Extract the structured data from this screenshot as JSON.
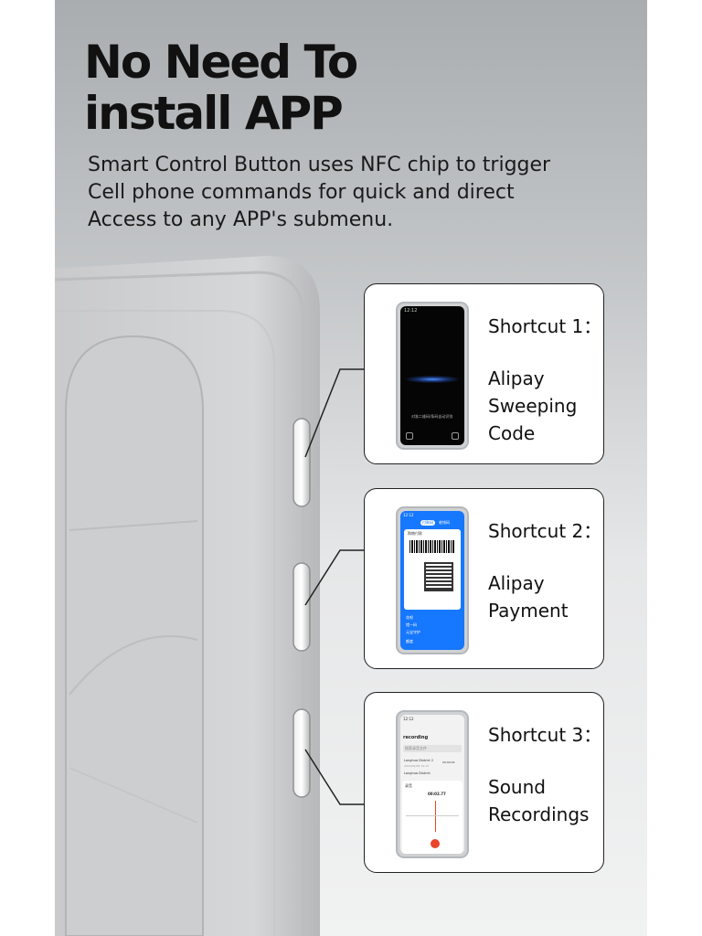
{
  "headline": {
    "line1": "No Need To",
    "line2": "install APP"
  },
  "description": {
    "line1": "Smart Control Button uses NFC chip to trigger",
    "line2": "Cell phone commands for quick and direct",
    "line3": "Access to any APP's submenu."
  },
  "shortcuts": [
    {
      "title": "Shortcut 1：",
      "desc": [
        "Alipay",
        "Sweeping",
        "Code"
      ],
      "screen": "scanner-screen"
    },
    {
      "title": "Shortcut 2：",
      "desc": [
        "Alipay",
        "Payment"
      ],
      "screen": "payment-code-screen"
    },
    {
      "title": "Shortcut 3：",
      "desc": [
        "Sound",
        "Recordings"
      ],
      "screen": "recorder-screen"
    }
  ],
  "phone_screens": {
    "scanner": {
      "status_time": "12:12",
      "hint": "对准二维码/条码自动识别"
    },
    "payment": {
      "status_time": "12:12",
      "tab1": "付款码",
      "tab2": "收钱码",
      "header": "购物付款",
      "row1": "花呗",
      "row2": "错一码",
      "row3": "元宝守护",
      "row4": "额度"
    },
    "recorder": {
      "status_time": "12:12",
      "title": "recording",
      "search_placeholder": "搜索录音文件",
      "items": [
        {
          "name": "Longhua District 2",
          "date": "2023/02/28 10:13",
          "duration": "00:00:04"
        },
        {
          "name": "Longhua District",
          "date": "2023/02/28",
          "duration": ""
        }
      ],
      "panel_label": "录音",
      "timer": "00:02.77"
    }
  },
  "colors": {
    "panel_top": "#a9adaf",
    "panel_bottom": "#f1f2f2",
    "device": "#d8d9da",
    "alipay_blue": "#1677ff",
    "record_red": "#e8452c"
  }
}
